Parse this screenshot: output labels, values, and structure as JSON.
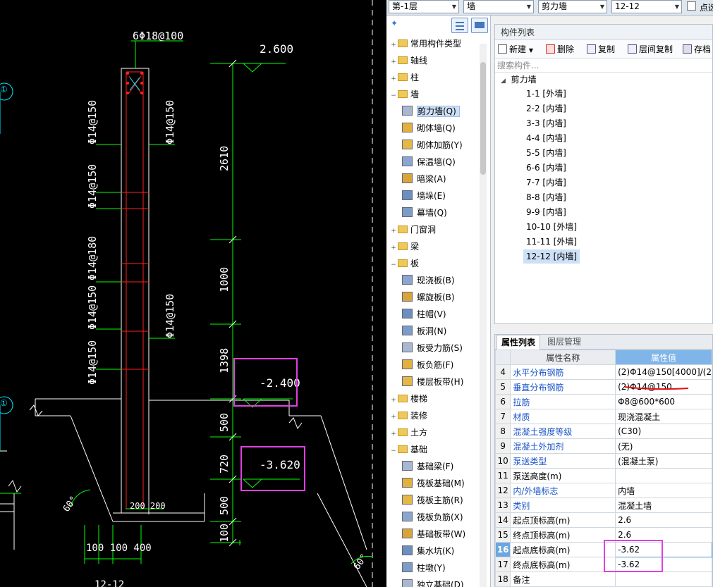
{
  "cad": {
    "annotations": {
      "top_rebar": "6Φ18@100",
      "elev_top": "2.600",
      "elev_mid": "-2.400",
      "elev_bot": "-3.620",
      "bottom_dims": "100 100 400",
      "width_dims": "200 200",
      "angle_left": "60°",
      "angle_right": "60°",
      "footer": "12-12"
    },
    "vertical_dims": [
      "2610",
      "1000",
      "1398",
      "500",
      "720",
      "500",
      "100"
    ],
    "rebar_labels_left": [
      "Φ14@150",
      "Φ14@150",
      "Φ14@180",
      "Φ14@150",
      "Φ14@150"
    ],
    "rebar_labels_right": [
      "Φ14@150",
      "Φ14@150"
    ],
    "edge_labels": [
      "①",
      "①"
    ]
  },
  "topbar": {
    "floor": "第-1层",
    "category": "墙",
    "type": "剪力墙",
    "component": "12-12",
    "checkbox_label": "点选"
  },
  "tree": {
    "items": [
      {
        "label": "常用构件类型",
        "level": 0,
        "expanded": false
      },
      {
        "label": "轴线",
        "level": 0,
        "expanded": false
      },
      {
        "label": "柱",
        "level": 0,
        "expanded": false
      },
      {
        "label": "墙",
        "level": 0,
        "expanded": true
      },
      {
        "label": "剪力墙(Q)",
        "level": 1,
        "selected": true
      },
      {
        "label": "砌体墙(Q)",
        "level": 1
      },
      {
        "label": "砌体加筋(Y)",
        "level": 1
      },
      {
        "label": "保温墙(Q)",
        "level": 1
      },
      {
        "label": "暗梁(A)",
        "level": 1
      },
      {
        "label": "墙垛(E)",
        "level": 1
      },
      {
        "label": "幕墙(Q)",
        "level": 1
      },
      {
        "label": "门窗洞",
        "level": 0,
        "expanded": false
      },
      {
        "label": "梁",
        "level": 0,
        "expanded": false
      },
      {
        "label": "板",
        "level": 0,
        "expanded": true
      },
      {
        "label": "现浇板(B)",
        "level": 1
      },
      {
        "label": "螺旋板(B)",
        "level": 1
      },
      {
        "label": "柱帽(V)",
        "level": 1
      },
      {
        "label": "板洞(N)",
        "level": 1
      },
      {
        "label": "板受力筋(S)",
        "level": 1
      },
      {
        "label": "板负筋(F)",
        "level": 1
      },
      {
        "label": "楼层板带(H)",
        "level": 1
      },
      {
        "label": "楼梯",
        "level": 0,
        "expanded": false
      },
      {
        "label": "装修",
        "level": 0,
        "expanded": false
      },
      {
        "label": "土方",
        "level": 0,
        "expanded": false
      },
      {
        "label": "基础",
        "level": 0,
        "expanded": true
      },
      {
        "label": "基础梁(F)",
        "level": 1
      },
      {
        "label": "筏板基础(M)",
        "level": 1
      },
      {
        "label": "筏板主筋(R)",
        "level": 1
      },
      {
        "label": "筏板负筋(X)",
        "level": 1
      },
      {
        "label": "基础板带(W)",
        "level": 1
      },
      {
        "label": "集水坑(K)",
        "level": 1
      },
      {
        "label": "柱墩(Y)",
        "level": 1
      },
      {
        "label": "独立基础(D)",
        "level": 1
      }
    ]
  },
  "complist": {
    "title": "构件列表",
    "toolbar": {
      "new": "新建",
      "delete": "删除",
      "copy": "复制",
      "floor_copy": "层间复制",
      "save": "存档"
    },
    "search_placeholder": "搜索构件...",
    "root": "剪力墙",
    "items": [
      "1-1 [外墙]",
      "2-2 [内墙]",
      "3-3 [内墙]",
      "4-4 [内墙]",
      "5-5 [内墙]",
      "6-6 [内墙]",
      "7-7 [内墙]",
      "8-8 [内墙]",
      "9-9 [内墙]",
      "10-10 [外墙]",
      "11-11 [外墙]",
      "12-12 [内墙]"
    ],
    "selected_index": 11
  },
  "props": {
    "tabs": [
      "属性列表",
      "图层管理"
    ],
    "col_name": "属性名称",
    "col_value": "属性值",
    "rows": [
      {
        "n": "4",
        "name": "水平分布钢筋",
        "value": "(2)Φ14@150[4000]/(2",
        "blue": true
      },
      {
        "n": "5",
        "name": "垂直分布钢筋",
        "value": "(2)Φ14@150",
        "blue": true
      },
      {
        "n": "6",
        "name": "拉筋",
        "value": "Φ8@600*600",
        "blue": true
      },
      {
        "n": "7",
        "name": "材质",
        "value": "现浇混凝土",
        "blue": true
      },
      {
        "n": "8",
        "name": "混凝土强度等级",
        "value": "(C30)",
        "blue": true
      },
      {
        "n": "9",
        "name": "混凝土外加剂",
        "value": "(无)",
        "blue": true
      },
      {
        "n": "10",
        "name": "泵送类型",
        "value": "(混凝土泵)",
        "blue": true
      },
      {
        "n": "11",
        "name": "泵送高度(m)",
        "value": "",
        "blue": false
      },
      {
        "n": "12",
        "name": "内/外墙标志",
        "value": "内墙",
        "blue": true
      },
      {
        "n": "13",
        "name": "类别",
        "value": "混凝土墙",
        "blue": true
      },
      {
        "n": "14",
        "name": "起点顶标高(m)",
        "value": "2.6",
        "blue": false
      },
      {
        "n": "15",
        "name": "终点顶标高(m)",
        "value": "2.6",
        "blue": false
      },
      {
        "n": "16",
        "name": "起点底标高(m)",
        "value": "-3.62",
        "blue": false,
        "highlight": true
      },
      {
        "n": "17",
        "name": "终点底标高(m)",
        "value": "-3.62",
        "blue": false
      },
      {
        "n": "18",
        "name": "备注",
        "value": "",
        "blue": false
      }
    ]
  },
  "colors": {
    "cad_background": "#000000",
    "dimension_line": "#00ff00",
    "rebar": "#ff2020",
    "highlight_box": "#e040e0",
    "selected_row": "#cde0f7",
    "value_header": "#7fb5e8",
    "link_text": "#1a54c8"
  }
}
